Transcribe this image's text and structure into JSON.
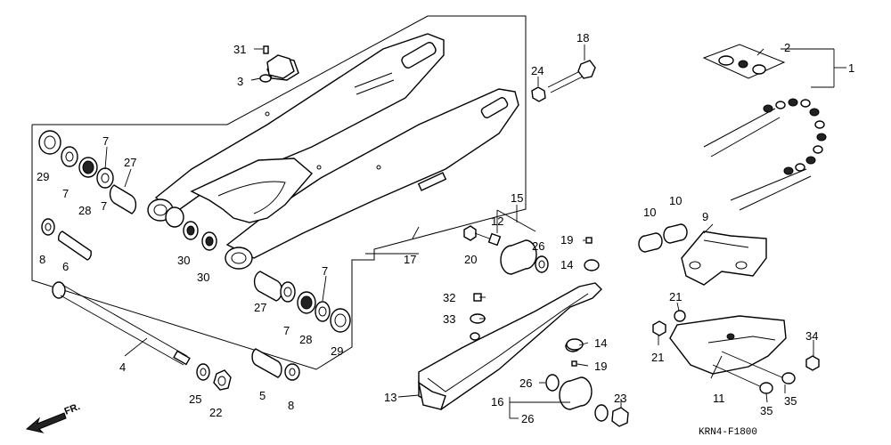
{
  "diagram": {
    "part_numbers": [
      {
        "id": "p1",
        "text": "1"
      },
      {
        "id": "p2",
        "text": "2"
      },
      {
        "id": "p3",
        "text": "3"
      },
      {
        "id": "p4",
        "text": "4"
      },
      {
        "id": "p5",
        "text": "5"
      },
      {
        "id": "p6",
        "text": "6"
      },
      {
        "id": "p7a",
        "text": "7"
      },
      {
        "id": "p7b",
        "text": "7"
      },
      {
        "id": "p7c",
        "text": "7"
      },
      {
        "id": "p7d",
        "text": "7"
      },
      {
        "id": "p7e",
        "text": "7"
      },
      {
        "id": "p8a",
        "text": "8"
      },
      {
        "id": "p8b",
        "text": "8"
      },
      {
        "id": "p9",
        "text": "9"
      },
      {
        "id": "p10a",
        "text": "10"
      },
      {
        "id": "p10b",
        "text": "10"
      },
      {
        "id": "p11",
        "text": "11"
      },
      {
        "id": "p12",
        "text": "12"
      },
      {
        "id": "p13",
        "text": "13"
      },
      {
        "id": "p14a",
        "text": "14"
      },
      {
        "id": "p14b",
        "text": "14"
      },
      {
        "id": "p15",
        "text": "15"
      },
      {
        "id": "p16",
        "text": "16"
      },
      {
        "id": "p17",
        "text": "17"
      },
      {
        "id": "p18",
        "text": "18"
      },
      {
        "id": "p19a",
        "text": "19"
      },
      {
        "id": "p19b",
        "text": "19"
      },
      {
        "id": "p20",
        "text": "20"
      },
      {
        "id": "p21a",
        "text": "21"
      },
      {
        "id": "p21b",
        "text": "21"
      },
      {
        "id": "p22",
        "text": "22"
      },
      {
        "id": "p23",
        "text": "23"
      },
      {
        "id": "p24",
        "text": "24"
      },
      {
        "id": "p25",
        "text": "25"
      },
      {
        "id": "p26a",
        "text": "26"
      },
      {
        "id": "p26b",
        "text": "26"
      },
      {
        "id": "p26c",
        "text": "26"
      },
      {
        "id": "p27a",
        "text": "27"
      },
      {
        "id": "p27b",
        "text": "27"
      },
      {
        "id": "p28a",
        "text": "28"
      },
      {
        "id": "p28b",
        "text": "28"
      },
      {
        "id": "p29a",
        "text": "29"
      },
      {
        "id": "p29b",
        "text": "29"
      },
      {
        "id": "p30a",
        "text": "30"
      },
      {
        "id": "p30b",
        "text": "30"
      },
      {
        "id": "p31",
        "text": "31"
      },
      {
        "id": "p32",
        "text": "32"
      },
      {
        "id": "p33",
        "text": "33"
      },
      {
        "id": "p34",
        "text": "34"
      },
      {
        "id": "p35a",
        "text": "35"
      },
      {
        "id": "p35b",
        "text": "35"
      }
    ],
    "diagram_code": "KRN4-F1800",
    "front_label": "FR."
  }
}
